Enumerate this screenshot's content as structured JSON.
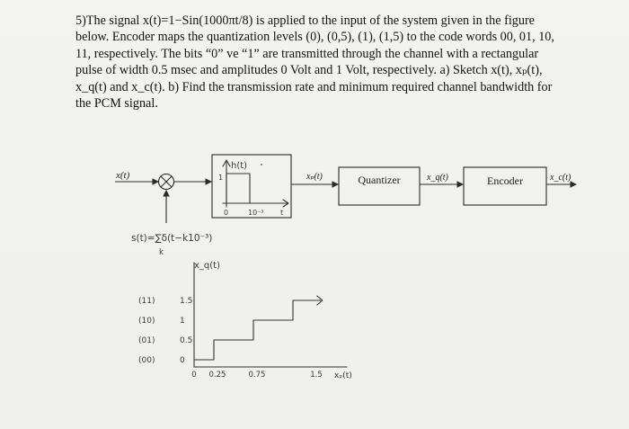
{
  "problem": {
    "lines": [
      "5)The signal x(t)=1−Sin(1000πt/8) is applied to the input of the system given in the figure",
      "below. Encoder maps the quantization levels (0), (0,5), (1), (1,5) to the code words 00, 01, 10,",
      "11, respectively. The bits “0” ve “1” are transmitted through the channel with a rectangular",
      "pulse of width 0.5 msec and amplitudes 0 Volt and 1 Volt, respectively. a) Sketch x(t), xₚ(t),",
      "x_q(t) and x_c(t). b) Find the transmission rate and minimum required channel bandwidth for",
      "the PCM signal."
    ]
  },
  "block_diagram": {
    "input_label": "x(t)",
    "multiplier_symbol": "⊗",
    "impulse_train_label": "s(t)=∑δ(t−k10⁻³)",
    "impulse_train_index": "k",
    "filter": {
      "label": "h(t)",
      "tick_zero": "0",
      "tick_end": "10⁻³",
      "axis_t": "t",
      "amplitude_mark": "1"
    },
    "sampled_label": "xₚ(t)",
    "quantizer_label": "Quantizer",
    "quantized_label": "x_q(t)",
    "encoder_label": "Encoder",
    "output_label": "x_c(t)"
  },
  "quantizer_sketch": {
    "y_axis_label": "x_q(t)",
    "x_axis_label": "xₚ(t)",
    "codes": [
      "(11)",
      "(10)",
      "(01)",
      "(00)"
    ],
    "levels": [
      "1.5",
      "1",
      "0.5",
      "0"
    ],
    "x_ticks": [
      "0",
      "0.25",
      "0.75",
      "1.5"
    ],
    "level_values": [
      0,
      0.5,
      1,
      1.5
    ],
    "steps": [
      {
        "x0": 0,
        "x1": 0.25,
        "level": 0
      },
      {
        "x0": 0.25,
        "x1": 0.75,
        "level": 0.5
      },
      {
        "x0": 0.75,
        "x1": 1.25,
        "level": 1
      },
      {
        "x0": 1.25,
        "x1": 1.6,
        "level": 1.5
      }
    ]
  }
}
